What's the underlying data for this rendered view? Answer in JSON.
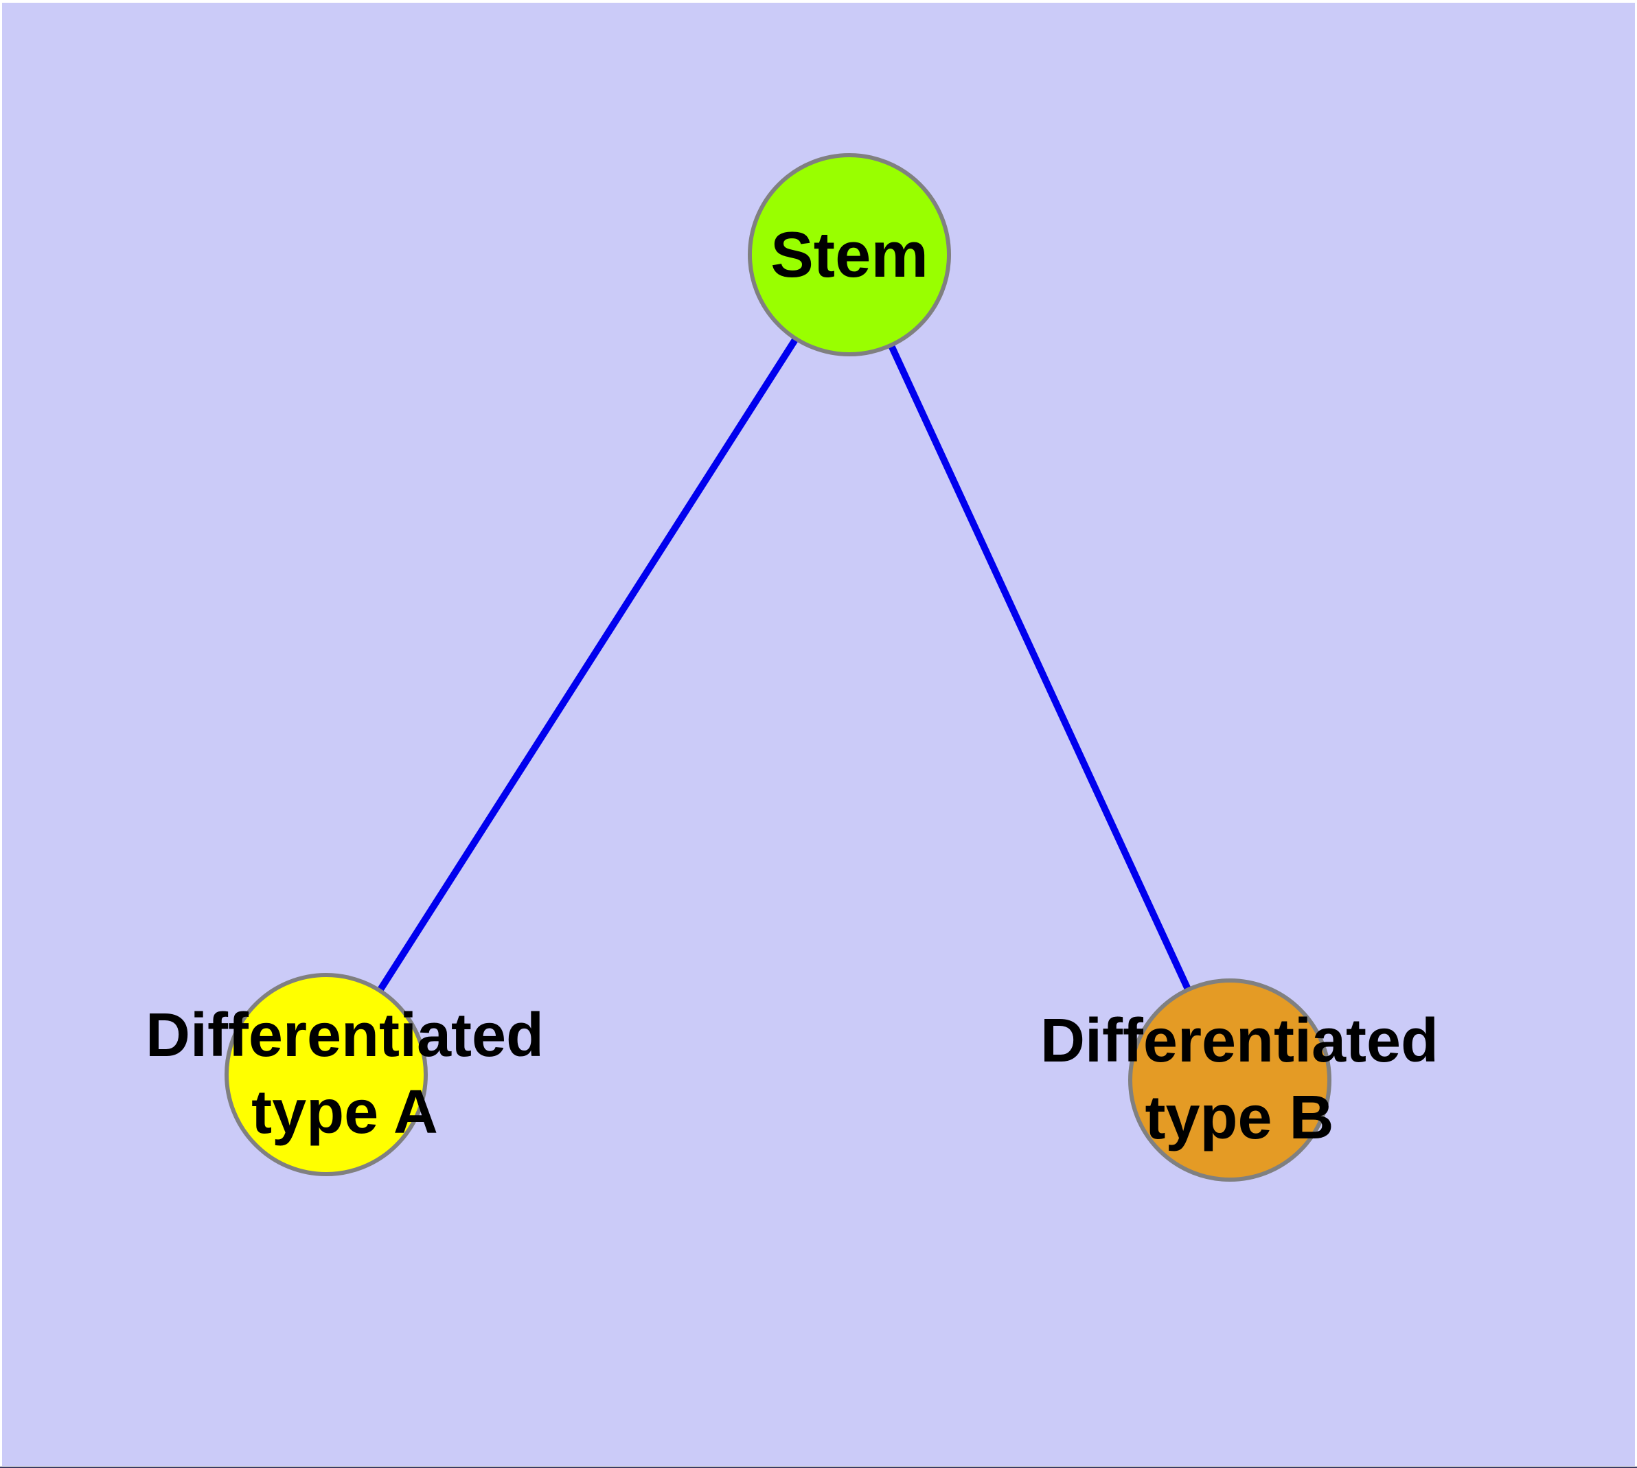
{
  "canvas": {
    "background_color": "#CBCBF8",
    "frame_color": "#FFFFFF",
    "bottom_edge_color": "#3C3C64"
  },
  "diagram": {
    "nodes": [
      {
        "id": "stem",
        "label": "Stem",
        "fill": "#99FF00",
        "border_color": "#808080"
      },
      {
        "id": "type-a",
        "label_line1": "Differentiated",
        "label_line2": "type A",
        "fill": "#FFFF00",
        "border_color": "#808080"
      },
      {
        "id": "type-b",
        "label_line1": "Differentiated",
        "label_line2": "type B",
        "fill": "#E49B25",
        "border_color": "#808080"
      }
    ],
    "edges": [
      {
        "from": "stem",
        "to": "type-a",
        "color": "#0000EE"
      },
      {
        "from": "stem",
        "to": "type-b",
        "color": "#0000EE"
      }
    ]
  }
}
